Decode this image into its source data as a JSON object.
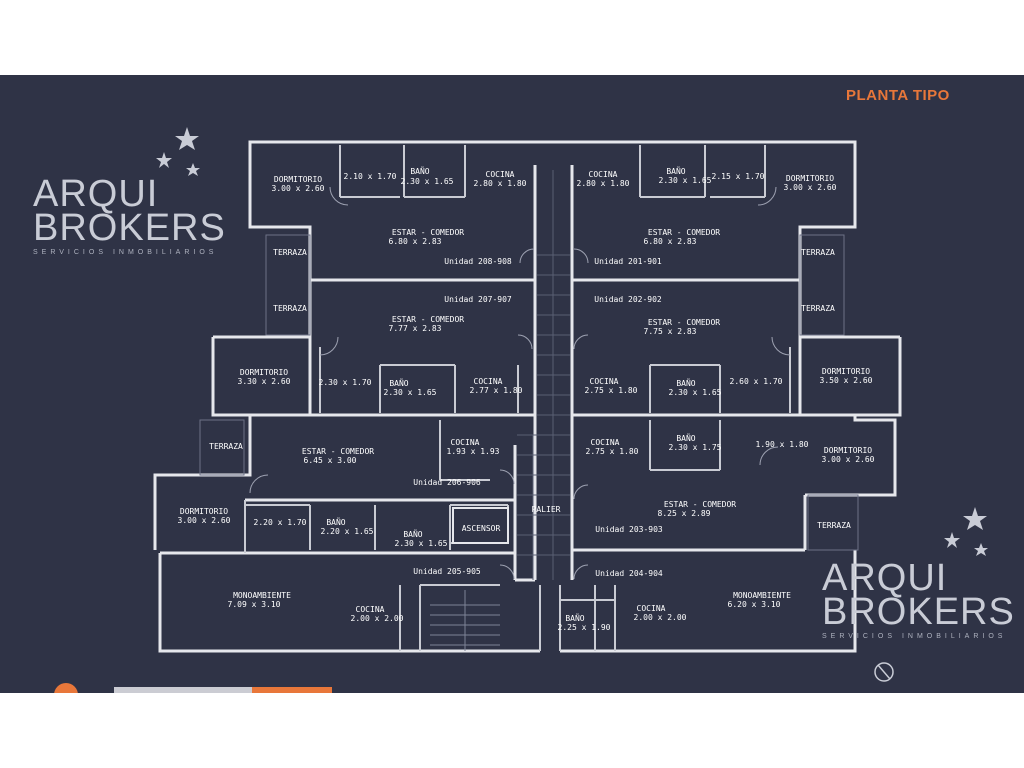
{
  "header": {
    "title": "PLANTA TIPO"
  },
  "logos": [
    {
      "line1": "ARQUI",
      "line2": "BROKERS",
      "tagline": "SERVICIOS INMOBILIARIOS"
    },
    {
      "line1": "ARQUI",
      "line2": "BROKERS",
      "tagline": "SERVICIOS INMOBILIARIOS"
    }
  ],
  "rooms": {
    "dorm_tl": {
      "name": "DORMITORIO",
      "dims": "3.00 x 2.60"
    },
    "hall_tl": {
      "dims": "2.10 x 1.70"
    },
    "bano_tl": {
      "name": "BAÑO",
      "dims": "2.30 x 1.65"
    },
    "cocina_tl": {
      "name": "COCINA",
      "dims": "2.80 x 1.80"
    },
    "cocina_tr": {
      "name": "COCINA",
      "dims": "2.80 x 1.80"
    },
    "bano_tr": {
      "name": "BAÑO",
      "dims": "2.30 x 1.65"
    },
    "hall_tr": {
      "dims": "2.15 x 1.70"
    },
    "dorm_tr": {
      "name": "DORMITORIO",
      "dims": "3.00 x 2.60"
    },
    "estar_208": {
      "name": "ESTAR - COMEDOR",
      "dims": "6.80 x 2.83"
    },
    "estar_201": {
      "name": "ESTAR - COMEDOR",
      "dims": "6.80 x 2.83"
    },
    "estar_207": {
      "name": "ESTAR - COMEDOR",
      "dims": "7.77 x 2.83"
    },
    "estar_202": {
      "name": "ESTAR - COMEDOR",
      "dims": "7.75 x 2.83"
    },
    "dorm_ml": {
      "name": "DORMITORIO",
      "dims": "3.30 x 2.60"
    },
    "hall_ml": {
      "dims": "2.30 x 1.70"
    },
    "bano_ml": {
      "name": "BAÑO",
      "dims": "2.30 x 1.65"
    },
    "cocina_ml": {
      "name": "COCINA",
      "dims": "2.77 x 1.80"
    },
    "cocina_mr": {
      "name": "COCINA",
      "dims": "2.75 x 1.80"
    },
    "bano_mr": {
      "name": "BAÑO",
      "dims": "2.30 x 1.65"
    },
    "hall_mr": {
      "dims": "2.60 x 1.70"
    },
    "dorm_mr": {
      "name": "DORMITORIO",
      "dims": "3.50 x 2.60"
    },
    "estar_206": {
      "name": "ESTAR - COMEDOR",
      "dims": "6.45 x 3.00"
    },
    "cocina_206": {
      "name": "COCINA",
      "dims": "1.93 x 1.93"
    },
    "cocina_203": {
      "name": "COCINA",
      "dims": "2.75 x 1.80"
    },
    "bano_203": {
      "name": "BAÑO",
      "dims": "2.30 x 1.75"
    },
    "hall_203": {
      "dims": "1.90 x 1.80"
    },
    "dorm_203": {
      "name": "DORMITORIO",
      "dims": "3.00 x 2.60"
    },
    "estar_203": {
      "name": "ESTAR - COMEDOR",
      "dims": "8.25 x 2.89"
    },
    "dorm_206": {
      "name": "DORMITORIO",
      "dims": "3.00 x 2.60"
    },
    "hall_206": {
      "dims": "2.20 x 1.70"
    },
    "bano_206a": {
      "name": "BAÑO",
      "dims": "2.20 x 1.65"
    },
    "bano_206b": {
      "name": "BAÑO",
      "dims": "2.30 x 1.65"
    },
    "mono_205": {
      "name": "MONOAMBIENTE",
      "dims": "7.09 x 3.10"
    },
    "cocina_205": {
      "name": "COCINA",
      "dims": "2.00 x 2.00"
    },
    "bano_204": {
      "name": "BAÑO",
      "dims": "2.25 x 1.90"
    },
    "cocina_204": {
      "name": "COCINA",
      "dims": "2.00 x 2.00"
    },
    "mono_204": {
      "name": "MONOAMBIENTE",
      "dims": "6.20 x 3.10"
    }
  },
  "common": {
    "ascensor": "ASCENSOR",
    "palier": "PALIER"
  },
  "units": {
    "u208": "Unidad 208-908",
    "u201": "Unidad 201-901",
    "u207": "Unidad 207-907",
    "u202": "Unidad 202-902",
    "u206": "Unidad 206-906",
    "u203": "Unidad 203-903",
    "u205": "Unidad 205-905",
    "u204": "Unidad 204-904"
  },
  "terrazas": [
    "TERRAZA",
    "TERRAZA",
    "TERRAZA",
    "TERRAZA",
    "TERRAZA",
    "TERRAZA"
  ],
  "colors": {
    "background": "#2f3346",
    "wall": "#e6e7ec",
    "title_accent": "#e8773a",
    "logo": "#c9ccd6"
  },
  "icons": [
    "star-icon",
    "compass-icon"
  ]
}
